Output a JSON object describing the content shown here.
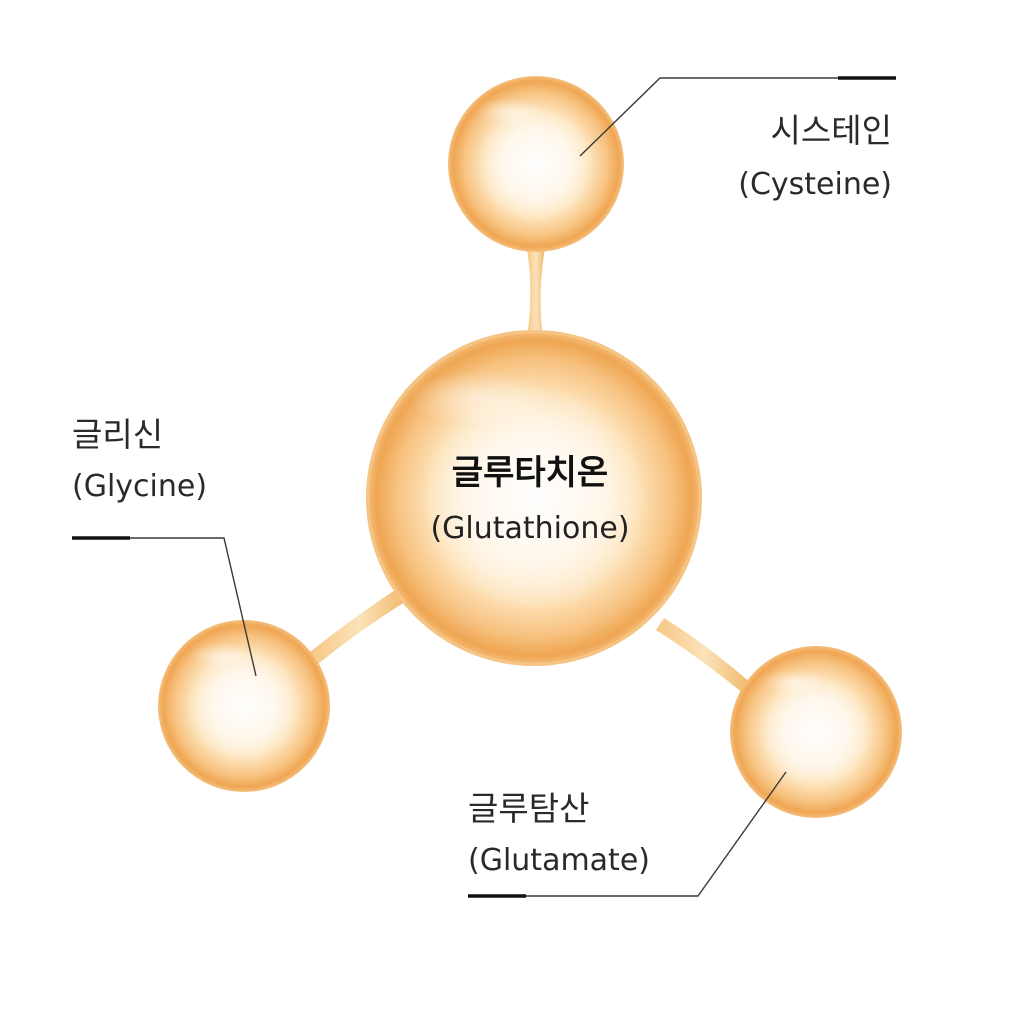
{
  "center": {
    "korean": "글루타치온",
    "english": "(Glutathione)"
  },
  "nodes": [
    {
      "id": "cysteine",
      "korean": "시스테인",
      "english": "(Cysteine)"
    },
    {
      "id": "glycine",
      "korean": "글리신",
      "english": "(Glycine)"
    },
    {
      "id": "glutamate",
      "korean": "글루탐산",
      "english": "(Glutamate)"
    }
  ],
  "colors": {
    "sphere_core": "#fffaf2",
    "sphere_mid": "#fcd9a6",
    "sphere_edge": "#f2b063",
    "sphere_rim": "#e99a45",
    "bond": "#f3c079",
    "text": "#2a2a2a"
  }
}
